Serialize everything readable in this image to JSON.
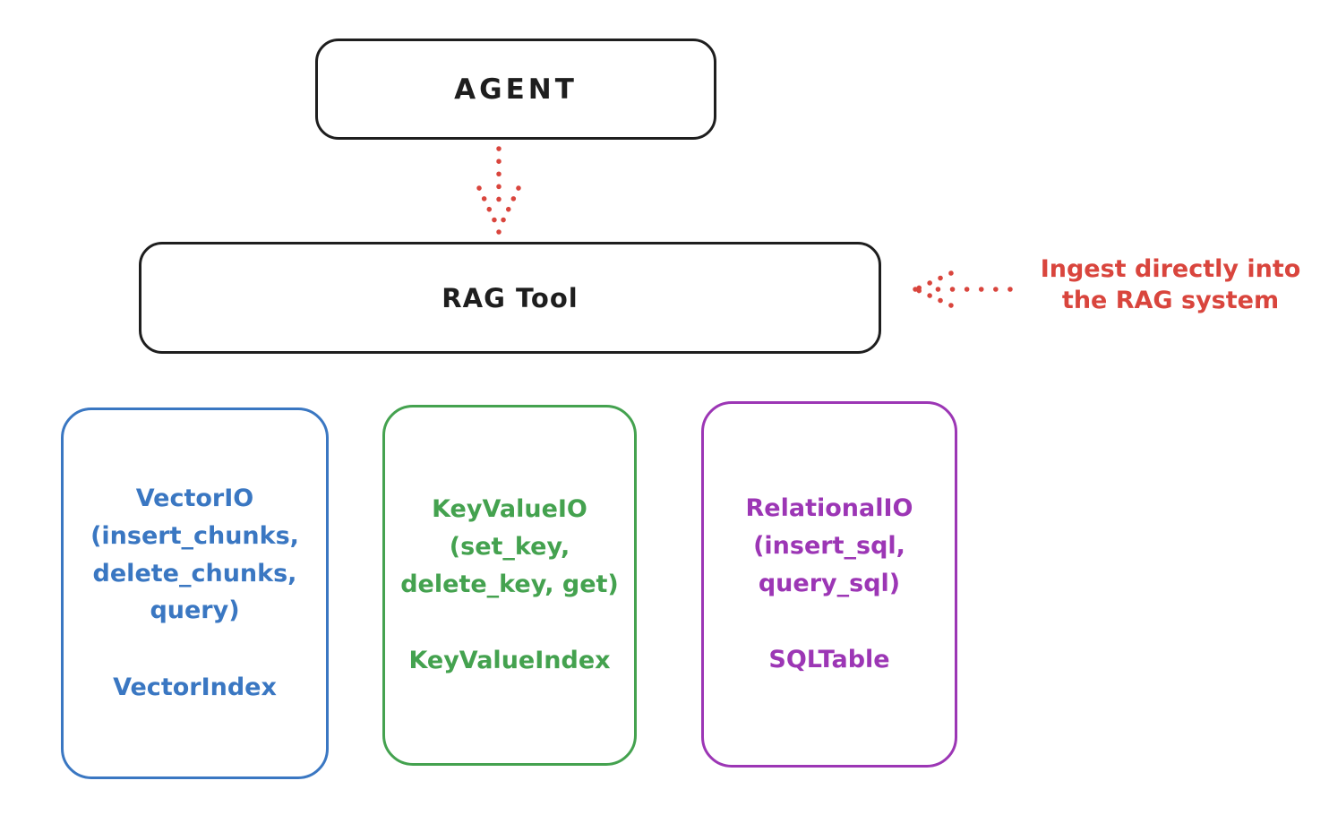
{
  "diagram": {
    "agent": {
      "label": "AGENT"
    },
    "rag_tool": {
      "label": "RAG Tool"
    },
    "annotation": {
      "line1": "Ingest directly into",
      "line2": "the RAG system"
    },
    "boxes": {
      "vector": {
        "title": "VectorIO",
        "method_line1": "(insert_chunks,",
        "method_line2": "delete_chunks,",
        "method_line3": "query)",
        "index": "VectorIndex"
      },
      "keyvalue": {
        "title": "KeyValueIO",
        "method_line1": "(set_key,",
        "method_line2": "delete_key, get)",
        "index": "KeyValueIndex"
      },
      "relational": {
        "title": "RelationalIO",
        "method_line1": "(insert_sql,",
        "method_line2": "query_sql)",
        "index": "SQLTable"
      }
    },
    "colors": {
      "stroke_black": "#1e1e1e",
      "accent_red": "#d9453d",
      "accent_blue": "#3a77c2",
      "accent_green": "#44a24f",
      "accent_purple": "#9c36b5"
    }
  }
}
